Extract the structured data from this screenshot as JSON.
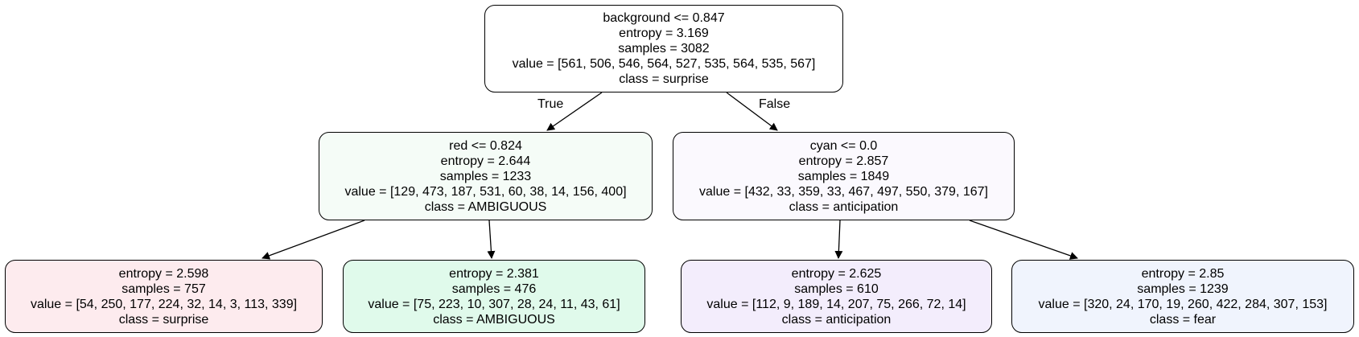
{
  "colors": {
    "root_fill": "#ffffff",
    "node_red": "#f5fcf7",
    "node_cyan": "#fbf9fe",
    "leaf_surprise": "#fdebee",
    "leaf_ambiguous": "#e0faeb",
    "leaf_anticipation": "#f3edfc",
    "leaf_fear": "#f0f4fd",
    "edge": "#000000"
  },
  "edge_labels": {
    "true_label": "True",
    "false_label": "False"
  },
  "tree": {
    "root": {
      "condition": "background <= 0.847",
      "entropy": "entropy = 3.169",
      "samples": "samples = 3082",
      "value": "value = [561, 506, 546, 564, 527, 535, 564, 535, 567]",
      "class": "class = surprise"
    },
    "left": {
      "condition": "red <= 0.824",
      "entropy": "entropy = 2.644",
      "samples": "samples = 1233",
      "value": "value = [129, 473, 187, 531, 60, 38, 14, 156, 400]",
      "class": "class = AMBIGUOUS"
    },
    "right": {
      "condition": "cyan <= 0.0",
      "entropy": "entropy = 2.857",
      "samples": "samples = 1849",
      "value": "value = [432, 33, 359, 33, 467, 497, 550, 379, 167]",
      "class": "class = anticipation"
    },
    "leaf_ll": {
      "entropy": "entropy = 2.598",
      "samples": "samples = 757",
      "value": "value = [54, 250, 177, 224, 32, 14, 3, 113, 339]",
      "class": "class = surprise"
    },
    "leaf_lr": {
      "entropy": "entropy = 2.381",
      "samples": "samples = 476",
      "value": "value = [75, 223, 10, 307, 28, 24, 11, 43, 61]",
      "class": "class = AMBIGUOUS"
    },
    "leaf_rl": {
      "entropy": "entropy = 2.625",
      "samples": "samples = 610",
      "value": "value = [112, 9, 189, 14, 207, 75, 266, 72, 14]",
      "class": "class = anticipation"
    },
    "leaf_rr": {
      "entropy": "entropy = 2.85",
      "samples": "samples = 1239",
      "value": "value = [320, 24, 170, 19, 260, 422, 284, 307, 153]",
      "class": "class = fear"
    }
  }
}
